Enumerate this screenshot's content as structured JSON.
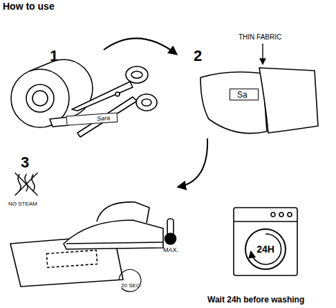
{
  "diagram": {
    "title": "How to use",
    "nodes": [
      {
        "text": [
          "Sara"
        ]
      },
      {
        "text": [
          "Sa"
        ]
      },
      {
        "text": [
          "20 SEC."
        ]
      },
      {
        "text": [
          "24H"
        ]
      }
    ],
    "labels": [
      "1",
      "2",
      "THIN FABRIC",
      "3",
      "NO STEAM",
      "MAX.",
      "Wait 24h before washing"
    ]
  }
}
